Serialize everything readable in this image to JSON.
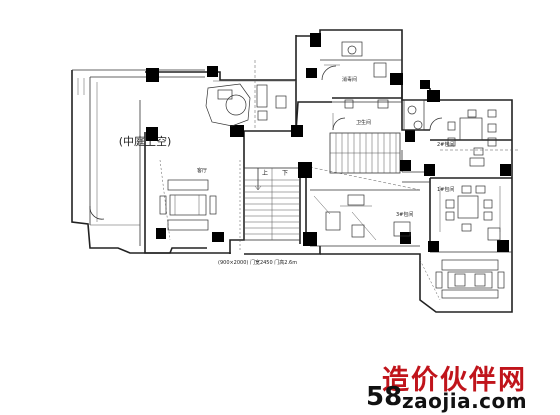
{
  "labels": {
    "courtyard_void": "(中庭上空)",
    "hall": "客厅",
    "disinfection": "消毒间",
    "toilet": "卫生间",
    "room2": "2#包间",
    "room1": "1#包间",
    "room3": "3#包间",
    "stair_up": "上",
    "stair_down": "下",
    "dimension_note": "(900×2000) 门宽2450 门高2.6m"
  },
  "watermark": {
    "chinese": "造价伙伴网",
    "number": "58",
    "domain": "zaojia.com"
  },
  "colors": {
    "watermark_red": "#c0141b",
    "line": "#222222",
    "background": "#ffffff"
  }
}
